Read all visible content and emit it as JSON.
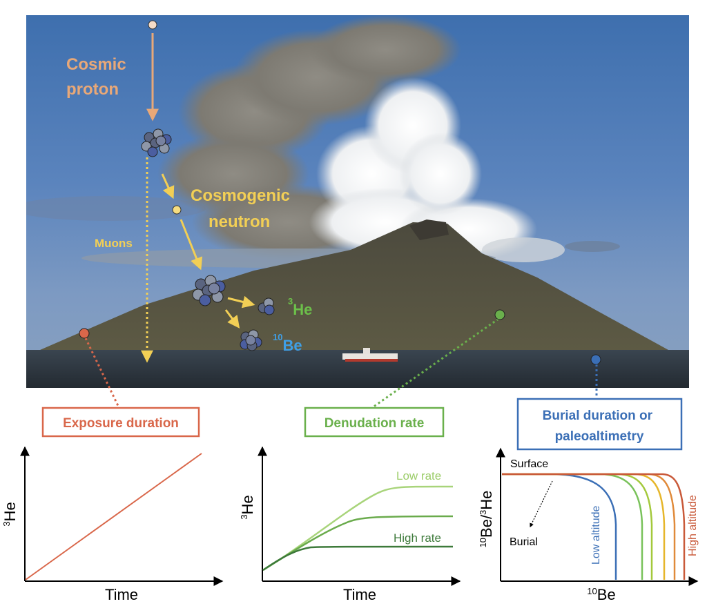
{
  "photo_labels": {
    "cosmic_proton": [
      "Cosmic",
      "proton"
    ],
    "cosmogenic_neutron": [
      "Cosmogenic",
      "neutron"
    ],
    "muons": "Muons",
    "he3": {
      "sup": "3",
      "base": "He"
    },
    "be10": {
      "sup": "10",
      "base": "Be"
    }
  },
  "boxes": {
    "exposure": "Exposure duration",
    "denudation": "Denudation rate",
    "burial": [
      "Burial duration or",
      "paleoaltimetry"
    ]
  },
  "plot1": {
    "xlabel": "Time",
    "ylabel": {
      "sup": "3",
      "base": "He"
    }
  },
  "plot2": {
    "xlabel": "Time",
    "ylabel": {
      "sup": "3",
      "base": "He"
    },
    "low_rate": "Low rate",
    "high_rate": "High rate"
  },
  "plot3": {
    "xlabel": {
      "sup": "10",
      "base": "Be"
    },
    "ylabel": {
      "sup1": "10",
      "mid": "Be/",
      "sup2": "3",
      "base": "He"
    },
    "surface": "Surface",
    "burial": "Burial",
    "low_altitude": "Low altitude",
    "high_altitude": "High altitude"
  },
  "colors": {
    "proton": "#e8a878",
    "neutron": "#f2cf55",
    "he3": "#6cc04a",
    "be10": "#3f9fe6",
    "exposure": "#d9674a",
    "denudation": "#6ab04c",
    "burial": "#3b6fb6",
    "curves": [
      "#3b6fb6",
      "#79c25a",
      "#a4c93c",
      "#e6b62a",
      "#e08a3a",
      "#c95a3a"
    ]
  }
}
